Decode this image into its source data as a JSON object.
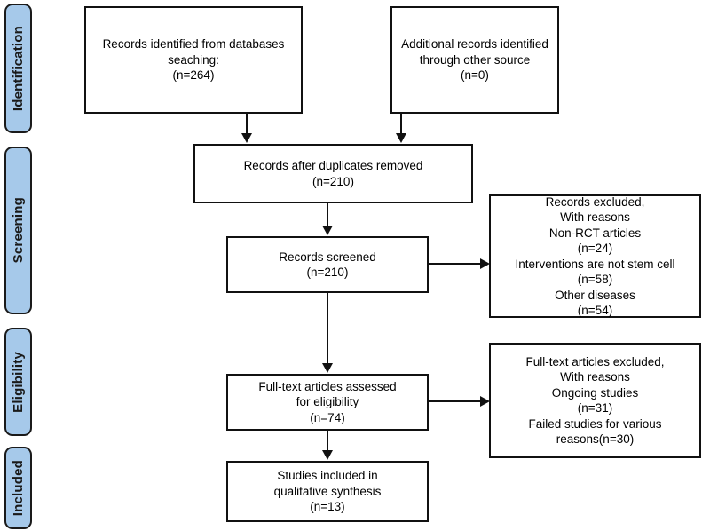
{
  "diagram": {
    "title": "PRISMA study selection flow diagram",
    "type": "flowchart",
    "accent_color": "#a6c9ea",
    "line_color": "#111111",
    "background_color": "#ffffff"
  },
  "stages": [
    {
      "id": "identification",
      "label": "Identification"
    },
    {
      "id": "screening",
      "label": "Screening"
    },
    {
      "id": "eligibility",
      "label": "Eligibility"
    },
    {
      "id": "included",
      "label": "Included"
    }
  ],
  "nodes": {
    "databases": {
      "text": "Records identified from databases\nseaching:\n(n=264)",
      "count": 264
    },
    "other_sources": {
      "text": "Additional records identified\nthrough other source\n(n=0)",
      "count": 0
    },
    "duplicates_removed": {
      "text": "Records after duplicates removed\n(n=210)",
      "count": 210
    },
    "records_screened": {
      "text": "Records screened\n(n=210)",
      "count": 210
    },
    "records_excluded": {
      "text": "Records excluded,\nWith reasons\nNon-RCT articles\n(n=24)\nInterventions are not stem cell\n(n=58)\nOther diseases\n(n=54)",
      "reasons": [
        {
          "label": "Non-RCT articles",
          "count": 24
        },
        {
          "label": "Interventions are not stem cell",
          "count": 58
        },
        {
          "label": "Other diseases",
          "count": 54
        }
      ]
    },
    "fulltext_assessed": {
      "text": "Full-text articles assessed\nfor eligibility\n(n=74)",
      "count": 74
    },
    "fulltext_excluded": {
      "text": "Full-text articles excluded,\nWith reasons\nOngoing studies\n(n=31)\nFailed studies for various\nreasons(n=30)",
      "reasons": [
        {
          "label": "Ongoing studies",
          "count": 31
        },
        {
          "label": "Failed studies for various reasons",
          "count": 30
        }
      ]
    },
    "studies_included": {
      "text": "Studies included in\nqualitative synthesis\n(n=13)",
      "count": 13
    }
  }
}
